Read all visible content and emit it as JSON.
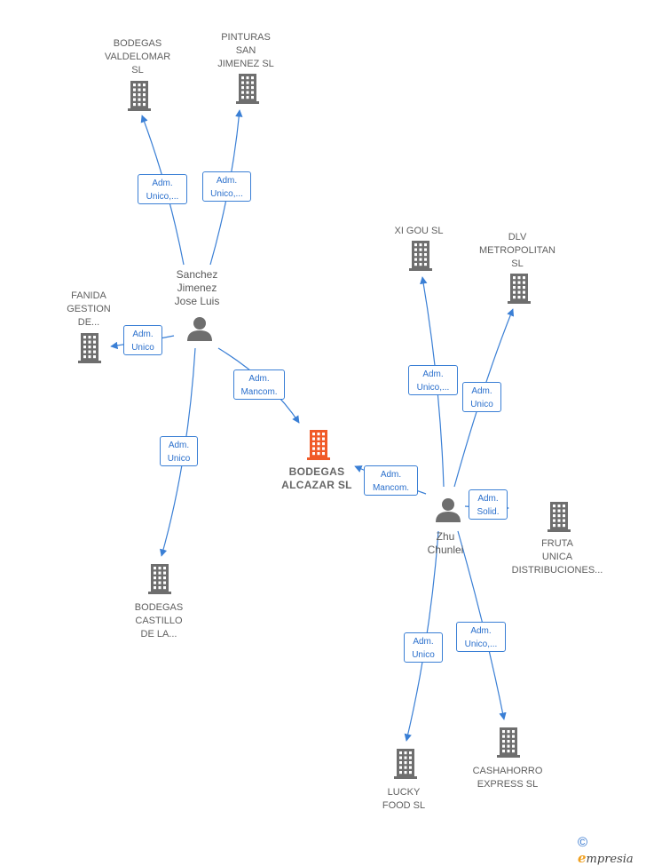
{
  "colors": {
    "edge": "#3a7fd5",
    "company": "#6e6e6e",
    "focus": "#f05a28",
    "person": "#6e6e6e"
  },
  "nodes": [
    {
      "id": "valdelomar",
      "kind": "company",
      "label": "BODEGAS\nVALDELOMAR\nSL"
    },
    {
      "id": "pinturas",
      "kind": "company",
      "label": "PINTURAS\nSAN\nJIMENEZ  SL"
    },
    {
      "id": "fanida",
      "kind": "company",
      "label": "FANIDA\nGESTION\nDE..."
    },
    {
      "id": "sanchez",
      "kind": "person",
      "label": "Sanchez\nJimenez\nJose Luis"
    },
    {
      "id": "alcazar",
      "kind": "focus",
      "label": "BODEGAS\nALCAZAR  SL"
    },
    {
      "id": "castillo",
      "kind": "company",
      "label": "BODEGAS\nCASTILLO\nDE LA..."
    },
    {
      "id": "xigou",
      "kind": "company",
      "label": "XI GOU SL"
    },
    {
      "id": "dlv",
      "kind": "company",
      "label": "DLV\nMETROPOLITAN\nSL"
    },
    {
      "id": "zhu",
      "kind": "person",
      "label": "Zhu\nChunlei"
    },
    {
      "id": "fruta",
      "kind": "company",
      "label": "FRUTA\nUNICA\nDISTRIBUCIONES..."
    },
    {
      "id": "lucky",
      "kind": "company",
      "label": "LUCKY\nFOOD  SL"
    },
    {
      "id": "cashahorro",
      "kind": "company",
      "label": "CASHAHORRO\nEXPRESS  SL"
    }
  ],
  "edges": [
    {
      "id": "e1",
      "from": "sanchez",
      "to": "valdelomar",
      "label": "Adm.\nUnico,..."
    },
    {
      "id": "e2",
      "from": "sanchez",
      "to": "pinturas",
      "label": "Adm.\nUnico,..."
    },
    {
      "id": "e3",
      "from": "sanchez",
      "to": "fanida",
      "label": "Adm.\nUnico"
    },
    {
      "id": "e4",
      "from": "sanchez",
      "to": "alcazar",
      "label": "Adm.\nMancom."
    },
    {
      "id": "e5",
      "from": "sanchez",
      "to": "castillo",
      "label": "Adm.\nUnico"
    },
    {
      "id": "e6",
      "from": "zhu",
      "to": "xigou",
      "label": "Adm.\nUnico,..."
    },
    {
      "id": "e7",
      "from": "zhu",
      "to": "dlv",
      "label": "Adm.\nUnico"
    },
    {
      "id": "e8",
      "from": "zhu",
      "to": "alcazar",
      "label": "Adm.\nMancom."
    },
    {
      "id": "e9",
      "from": "zhu",
      "to": "fruta",
      "label": "Adm.\nSolid."
    },
    {
      "id": "e10",
      "from": "zhu",
      "to": "lucky",
      "label": "Adm.\nUnico"
    },
    {
      "id": "e11",
      "from": "zhu",
      "to": "cashahorro",
      "label": "Adm.\nUnico,..."
    }
  ],
  "footer": {
    "copyright": "©",
    "brand_initial": "e",
    "brand_rest": "mpresia"
  }
}
